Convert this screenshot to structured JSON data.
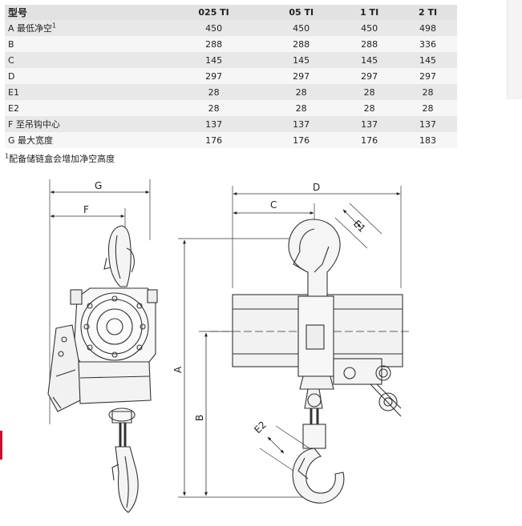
{
  "table": {
    "header": [
      "型号",
      "025 TI",
      "05 TI",
      "1 TI",
      "2 TI"
    ],
    "rows": [
      {
        "label": "A 最低净空",
        "sup": "1",
        "values": [
          "450",
          "450",
          "450",
          "498"
        ]
      },
      {
        "label": "B",
        "sup": "",
        "values": [
          "288",
          "288",
          "288",
          "336"
        ]
      },
      {
        "label": "C",
        "sup": "",
        "values": [
          "145",
          "145",
          "145",
          "145"
        ]
      },
      {
        "label": "D",
        "sup": "",
        "values": [
          "297",
          "297",
          "297",
          "297"
        ]
      },
      {
        "label": "E1",
        "sup": "",
        "values": [
          "28",
          "28",
          "28",
          "28"
        ]
      },
      {
        "label": "E2",
        "sup": "",
        "values": [
          "28",
          "28",
          "28",
          "28"
        ]
      },
      {
        "label": "F 至吊钩中心",
        "sup": "",
        "values": [
          "137",
          "137",
          "137",
          "137"
        ]
      },
      {
        "label": "G 最大宽度",
        "sup": "",
        "values": [
          "176",
          "176",
          "176",
          "183"
        ]
      }
    ]
  },
  "footnote": {
    "sup": "1",
    "text": "配备储链盒会增加净空高度"
  },
  "drawing": {
    "labels": {
      "G": "G",
      "F": "F",
      "D": "D",
      "C": "C",
      "E1": "E1",
      "A": "A",
      "B": "B",
      "E2": "E2"
    }
  }
}
